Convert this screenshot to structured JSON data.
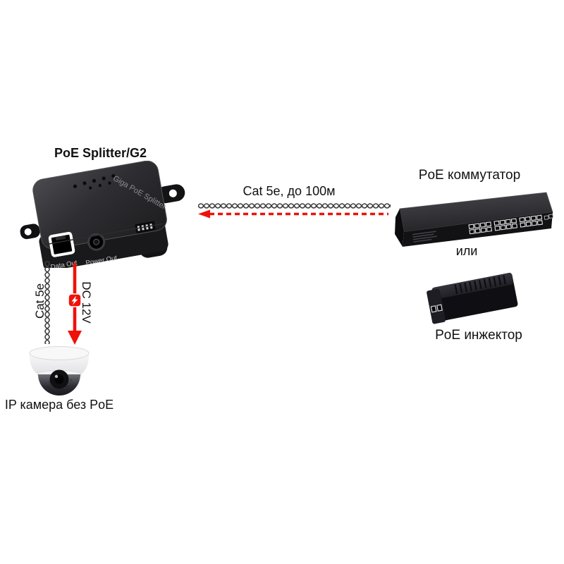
{
  "diagram": {
    "splitter": {
      "title": "PoE Splitter/G2",
      "brand_text": "Giga PoE Splitter",
      "data_out_label": "Data Out",
      "power_out_label": "Power Out"
    },
    "uplink": {
      "cable_label": "Cat 5e, до 100м"
    },
    "power_sources": {
      "switch_label": "PoE коммутатор",
      "or_label": "или",
      "injector_label": "PoE инжектор"
    },
    "camera_link": {
      "cable_label": "Cat 5e",
      "power_label": "DC 12V",
      "camera_label": "IP камера без PoE"
    },
    "icons": {
      "lightning": "lightning-bolt-icon",
      "arrow_left_dashed": "arrow-left-dashed-icon",
      "arrow_down_solid": "arrow-down-icon",
      "twisted_pair": "twisted-pair-cable"
    },
    "colors": {
      "arrow_red": "#ee1209",
      "cable": "#3d3d3d",
      "text": "#111111",
      "device_body": "#1b1b1d",
      "background": "#ffffff"
    }
  }
}
